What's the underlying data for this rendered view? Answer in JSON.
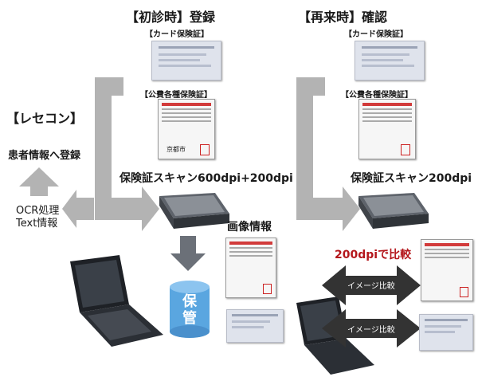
{
  "first_visit": {
    "title": "【初診時】登録",
    "card_caption": "【カード保険証】",
    "public_caption": "【公費各種保険証】",
    "scan_label": "保険証スキャン600dpi+200dpi"
  },
  "revisit": {
    "title": "【再来時】確認",
    "card_caption": "【カード保険証】",
    "public_caption": "【公費各種保険証】",
    "scan_label": "保険証スキャン200dpi",
    "compare_label": "200dpiで比較",
    "compare_arrow_1": "イメージ比較",
    "compare_arrow_2": "イメージ比較"
  },
  "rececon": {
    "title": "【レセコン】",
    "register_label": "患者情報へ登録",
    "ocr_line1": "OCR処理",
    "ocr_line2": "Text情報"
  },
  "image_info_label": "画像情報",
  "storage_label": "保管",
  "cert_stamp": "京都市",
  "colors": {
    "arrow_gray": "#b3b3b3",
    "dark_arrow": "#333333",
    "storage_blue": "#5aa6e0",
    "down_arrow": "#6b7078",
    "compare_red": "#b4161b"
  }
}
